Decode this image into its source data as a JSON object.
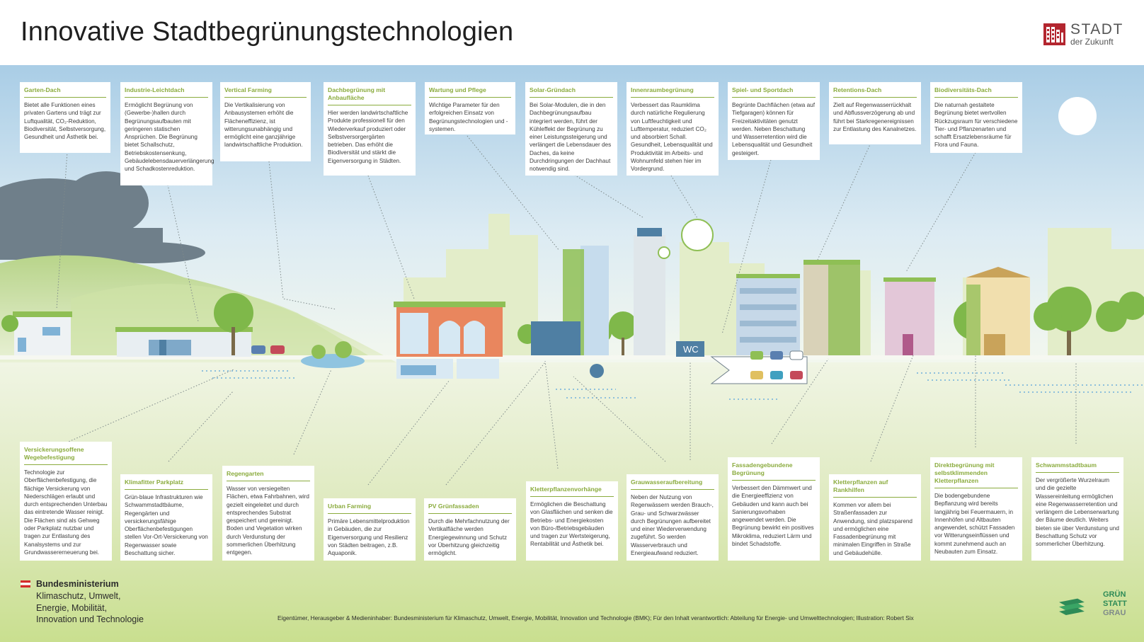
{
  "title": "Innovative Stadtbegrünungstechnologien",
  "logo": {
    "line1": "STADT",
    "line2": "der Zukunft"
  },
  "colors": {
    "accent": "#8aab3d",
    "sky": "#b7d6ea",
    "ground": "#d9e8b3",
    "logo_red": "#b3262f"
  },
  "top_boxes": [
    {
      "title": "Garten-Dach",
      "text": "Bietet alle Funktionen eines privaten Gartens und trägt zur Luftqualität, CO₂-Reduktion, Biodiversität, Selbstversorgung, Gesundheit und Ästhetik bei."
    },
    {
      "title": "Industrie-Leichtdach",
      "text": "Ermöglicht Begrünung von (Gewerbe-)hallen durch Begrünungsaufbauten mit geringeren statischen Ansprüchen. Die Begrünung bietet Schallschutz, Betriebskostensenkung, Gebäudelebensdauerverlängerung und Schadkostenreduktion."
    },
    {
      "title": "Vertical Farming",
      "text": "Die Vertikalisierung von Anbausystemen erhöht die Flächeneffizienz, ist witterungsunabhängig und ermöglicht eine ganzjährige landwirtschaftliche Produktion."
    },
    {
      "title": "Dachbegrünung mit Anbaufläche",
      "text": "Hier werden landwirtschaftliche Produkte professionell für den Wiederverkauf produziert oder Selbstversorgergärten betrieben. Das erhöht die Biodiversität und stärkt die Eigenversorgung in Städten."
    },
    {
      "title": "Wartung und Pflege",
      "text": "Wichtige Parameter für den erfolgreichen Einsatz von Begrünungstechnologien und -systemen."
    },
    {
      "title": "Solar-Gründach",
      "text": "Bei Solar-Modulen, die in den Dachbegrünungsaufbau integriert werden, führt der Kühleffekt der Begrünung zu einer Leistungssteigerung und verlängert die Lebensdauer des Daches, da keine Durchdringungen der Dachhaut notwendig sind."
    },
    {
      "title": "Innenraumbegrünung",
      "text": "Verbessert das Raumklima durch natürliche Regulierung von Luftfeuchtigkeit und Lufttemperatur, reduziert CO₂ und absorbiert Schall. Gesundheit, Lebensqualität und Produktivität im Arbeits- und Wohnumfeld stehen hier im Vordergrund."
    },
    {
      "title": "Spiel- und Sportdach",
      "text": "Begrünte Dachflächen (etwa auf Tiefgaragen) können für Freizeitaktivitäten genutzt werden. Neben Beschattung und Wasserretention wird die Lebensqualität und Gesundheit gesteigert."
    },
    {
      "title": "Retentions-Dach",
      "text": "Zielt auf Regenwasserrückhalt und Abflussverzögerung ab und führt bei Starkregenereignissen zur Entlastung des Kanalnetzes."
    },
    {
      "title": "Biodiversitäts-Dach",
      "text": "Die naturnah gestaltete Begrünung bietet wertvollen Rückzugsraum für verschiedene Tier- und Pflanzenarten und schafft Ersatzlebensräume für Flora und Fauna."
    }
  ],
  "bottom_boxes": [
    {
      "title": "Versickerungsoffene Wegebefestigung",
      "text": "Technologie zur Oberflächenbefestigung, die flächige Versickerung von Niederschlägen erlaubt und durch entsprechenden Unterbau das eintretende Wasser reinigt. Die Flächen sind als Gehweg oder Parkplatz nutzbar und tragen zur Entlastung des Kanalsystems und zur Grundwassererneuerung bei."
    },
    {
      "title": "Klimafitter Parkplatz",
      "text": "Grün-blaue Infrastrukturen wie Schwammstadtbäume, Regengärten und versickerungsfähige Oberflächenbefestigungen stellen Vor-Ort-Versickerung von Regenwasser sowie Beschattung sicher."
    },
    {
      "title": "Regengarten",
      "text": "Wasser von versiegelten Flächen, etwa Fahrbahnen, wird gezielt eingeleitet und durch entsprechendes Substrat gespeichert und gereinigt. Boden und Vegetation wirken durch Verdunstung der sommerlichen Überhitzung entgegen."
    },
    {
      "title": "Urban Farming",
      "text": "Primäre Lebensmittelproduktion in Gebäuden, die zur Eigenversorgung und Resilienz von Städten beitragen, z.B. Aquaponik."
    },
    {
      "title": "PV Grünfassaden",
      "text": "Durch die Mehrfachnutzung der Vertikalfläche werden Energiegewinnung und Schutz vor Überhitzung gleichzeitig ermöglicht."
    },
    {
      "title": "Kletterpflanzenvorhänge",
      "text": "Ermöglichen die Beschattung von Glasflächen und senken die Betriebs- und Energiekosten von Büro-/Betriebsgebäuden und tragen zur Wertsteigerung, Rentabilität und Ästhetik bei."
    },
    {
      "title": "Grauwasseraufbereitung",
      "text": "Neben der Nutzung von Regenwässern werden Brauch-, Grau- und Schwarzwässer durch Begrünungen aufbereitet und einer Wiederverwendung zugeführt. So werden Wasserverbrauch und Energieaufwand reduziert."
    },
    {
      "title": "Fassadengebundene Begrünung",
      "text": "Verbessert den Dämmwert und die Energieeffizienz von Gebäuden und kann auch bei Sanierungsvorhaben angewendet werden. Die Begrünung bewirkt ein positives Mikroklima, reduziert Lärm und bindet Schadstoffe."
    },
    {
      "title": "Kletterpflanzen auf Rankhilfen",
      "text": "Kommen vor allem bei Straßenfassaden zur Anwendung, sind platzsparend und ermöglichen eine Fassadenbegrünung mit minimalen Eingriffen in Straße und Gebäudehülle."
    },
    {
      "title": "Direktbegrünung mit selbstklimmenden Kletterpflanzen",
      "text": "Die bodengebundene Bepflanzung wird bereits langjährig bei Feuermauern, in Innenhöfen und Altbauten angewendet, schützt Fassaden vor Witterungseinflüssen und kommt zunehmend auch an Neubauten zum Einsatz."
    },
    {
      "title": "Schwammstadtbaum",
      "text": "Der vergrößerte Wurzelraum und die gezielte Wassereinleitung ermöglichen eine Regenwasserretention und verlängern die Lebenserwartung der Bäume deutlich. Weiters bieten sie über Verdunstung und Beschattung Schutz vor sommerlicher Überhitzung."
    }
  ],
  "scene_labels": {
    "wc": "WC"
  },
  "ministry": {
    "line1": "Bundesministerium",
    "rest": "Klimaschutz, Umwelt,\nEnergie, Mobilität,\nInnovation und Technologie"
  },
  "footer": "Eigentümer, Herausgeber & Medieninhaber: Bundesministerium für Klimaschutz, Umwelt, Energie, Mobilität, Innovation und Technologie (BMK); Für den Inhalt verantwortlich: Abteilung für Energie- und Umwelttechnologien; Illustration: Robert Six",
  "partner_logo": {
    "line1": "GRÜN",
    "line2": "STATT",
    "line3": "GRAU"
  }
}
